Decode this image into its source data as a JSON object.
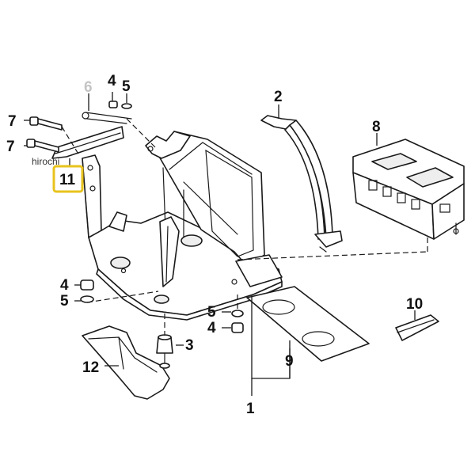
{
  "watermark": "hirochi",
  "highlight_color": "#e8c31c",
  "callouts": [
    {
      "id": "c1",
      "text": "1"
    },
    {
      "id": "c2",
      "text": "2"
    },
    {
      "id": "c3",
      "text": "3"
    },
    {
      "id": "c4a",
      "text": "4"
    },
    {
      "id": "c4b",
      "text": "4"
    },
    {
      "id": "c4c",
      "text": "4"
    },
    {
      "id": "c5a",
      "text": "5"
    },
    {
      "id": "c5b",
      "text": "5"
    },
    {
      "id": "c5c",
      "text": "5"
    },
    {
      "id": "c6",
      "text": "6"
    },
    {
      "id": "c7a",
      "text": "7"
    },
    {
      "id": "c7b",
      "text": "7"
    },
    {
      "id": "c8",
      "text": "8"
    },
    {
      "id": "c9",
      "text": "9"
    },
    {
      "id": "c10",
      "text": "10"
    },
    {
      "id": "c11",
      "text": "11"
    },
    {
      "id": "c12",
      "text": "12"
    }
  ]
}
